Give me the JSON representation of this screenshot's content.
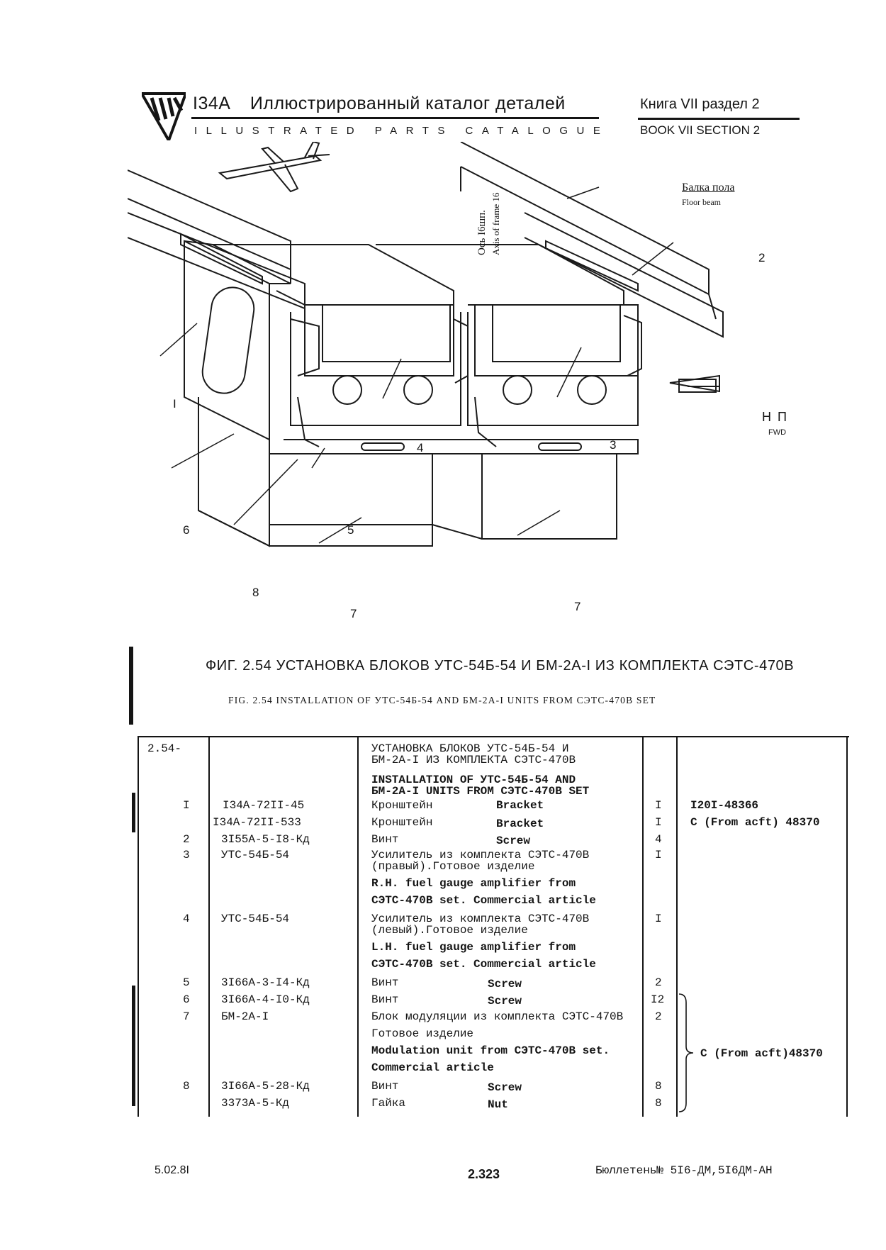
{
  "header": {
    "code": "I34A",
    "title_ru": "Иллюстрированный каталог деталей",
    "title_en": "ILLUSTRATED PARTS CATALOGUE",
    "book_ru": "Книга VII раздел 2",
    "book_en": "BOOK VII SECTION 2"
  },
  "figure": {
    "axis_ru": "Ось I6шп.",
    "axis_en": "Axis of frame 16",
    "beam_ru": "Балка пола",
    "beam_en": "Floor beam",
    "fwd_ru": "Н П",
    "fwd_en": "FWD",
    "callouts": [
      "I",
      "2",
      "3",
      "4",
      "5",
      "6",
      "7",
      "7",
      "8"
    ]
  },
  "caption": {
    "ru": "ФИГ. 2.54 УСТАНОВКА БЛОКОВ  УТС-54Б-54 И БМ-2А-I ИЗ КОМПЛЕКТА СЭТС-470В",
    "en": "FIG. 2.54 INSTALLATION OF УТС-54Б-54  AND БМ-2А-I UNITS FROM СЭТС-470В SET"
  },
  "table": {
    "fig_no": "2.54-",
    "title_ru": [
      "УСТАНОВКА БЛОКОВ УТС-54Б-54  И",
      "БМ-2А-I ИЗ КОМПЛЕКТА СЭТС-470В"
    ],
    "title_en": [
      "INSTALLATION OF УТС-54Б-54 AND",
      "БМ-2А-I UNITS FROM СЭТС-470В SET"
    ],
    "rows": [
      {
        "item": "I",
        "part": "I34A-72II-45",
        "ru": "Кронштейн",
        "en": "Bracket",
        "qty": "I",
        "eff": "I20I-48366"
      },
      {
        "item": "",
        "part": "I34A-72II-533",
        "ru": "Кронштейн",
        "en": "Bracket",
        "qty": "I",
        "eff": "C (From acft) 48370"
      },
      {
        "item": "2",
        "part": "3I55A-5-I8-Кд",
        "ru": "Винт",
        "en": "Screw",
        "qty": "4",
        "eff": ""
      },
      {
        "item": "3",
        "part": "УТС-54Б-54",
        "ru": "Усилитель из комплекта СЭТС-470В",
        "ru2": "(правый).Готовое изделие",
        "en": "R.H. fuel gauge amplifier from",
        "en2": "СЭТС-470В set. Commercial article",
        "qty": "I",
        "eff": ""
      },
      {
        "item": "4",
        "part": "УТС-54Б-54",
        "ru": "Усилитель из комплекта СЭТС-470В",
        "ru2": "(левый).Готовое изделие",
        "en": "L.H. fuel gauge amplifier from",
        "en2": "СЭТС-470В set. Commercial article",
        "qty": "I",
        "eff": ""
      },
      {
        "item": "5",
        "part": "3I66A-3-I4-Кд",
        "ru": "Винт",
        "en": "Screw",
        "qty": "2",
        "eff": ""
      },
      {
        "item": "6",
        "part": "3I66A-4-I0-Кд",
        "ru": "Винт",
        "en": "Screw",
        "qty": "I2",
        "eff": ""
      },
      {
        "item": "7",
        "part": "БМ-2А-I",
        "ru": "Блок модуляции из комплекта СЭТС-470В",
        "ru2": "Готовое изделие",
        "en": "Modulation unit from СЭТС-470В set.",
        "en2": "Commercial article",
        "qty": "2",
        "eff": ""
      },
      {
        "item": "8",
        "part": "3I66A-5-28-Кд",
        "ru": "Винт",
        "en": "Screw",
        "qty": "8",
        "eff": ""
      },
      {
        "item": "",
        "part": "3373A-5-Кд",
        "ru": "Гайка",
        "en": "Nut",
        "qty": "8",
        "eff": ""
      }
    ],
    "group_eff": "C (From acft)48370"
  },
  "footer": {
    "date": "5.02.8I",
    "page": "2.323",
    "bulletin": "Бюллетень№ 5I6-ДМ,5I6ДМ-АН"
  }
}
